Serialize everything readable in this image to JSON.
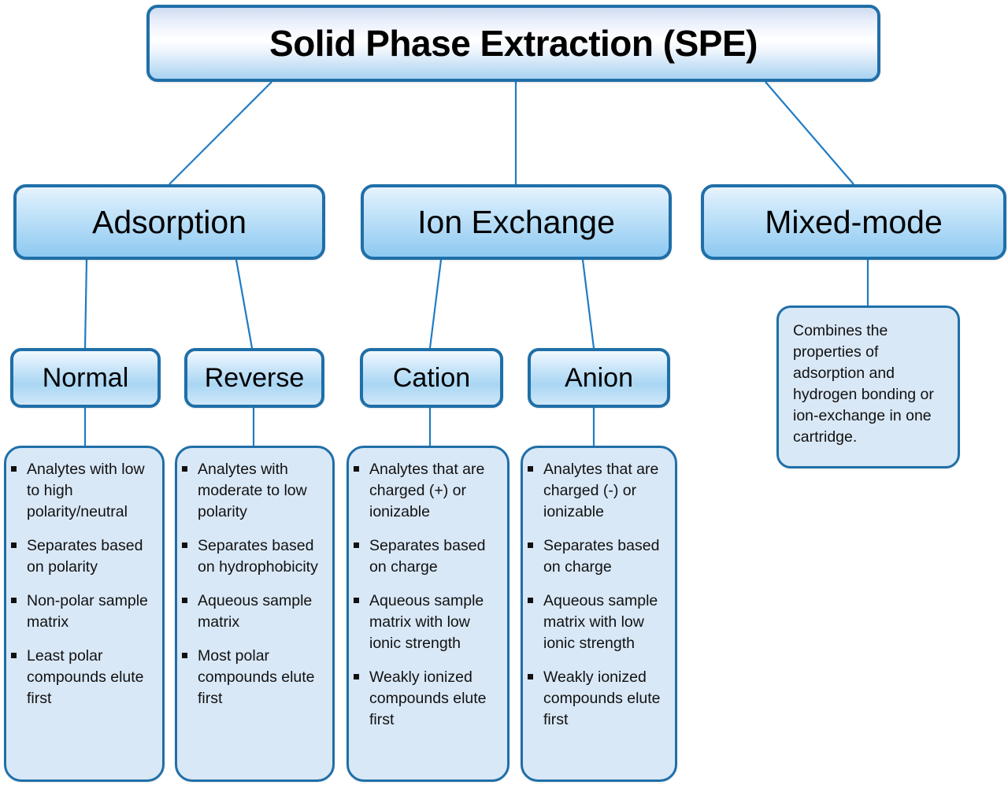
{
  "diagram": {
    "title": "Solid Phase Extraction (SPE)",
    "root": {
      "label": "Solid Phase Extraction (SPE)"
    },
    "level2": {
      "adsorption": "Adsorption",
      "ion_exchange": "Ion Exchange",
      "mixed_mode": "Mixed-mode"
    },
    "level3": {
      "normal": "Normal",
      "reverse": "Reverse",
      "cation": "Cation",
      "anion": "Anion"
    },
    "details": {
      "normal": [
        "Analytes with low to high polarity/neutral",
        "Separates based on polarity",
        "Non-polar sample matrix",
        "Least polar compounds elute first"
      ],
      "reverse": [
        "Analytes with moderate to low polarity",
        "Separates based on hydrophobicity",
        "Aqueous sample matrix",
        "Most polar compounds elute first"
      ],
      "cation": [
        "Analytes that are charged (+) or ionizable",
        "Separates based on charge",
        "Aqueous sample matrix with low ionic strength",
        "Weakly ionized compounds elute first"
      ],
      "anion": [
        "Analytes that are charged (-) or ionizable",
        "Separates based on charge",
        "Aqueous sample matrix with low ionic strength",
        "Weakly ionized compounds elute first"
      ],
      "mixed_mode": "Combines the properties of adsorption and hydrogen bonding or  ion-exchange in one cartridge."
    },
    "bullet_glyph": "square-bullet",
    "colors": {
      "border": "#1F6FA8",
      "connector": "#1F7BC4",
      "detail_fill": "#D9E8F7",
      "node_fill_light": "#E8F3FC",
      "node_fill_dark": "#8ECAF1",
      "text": "#111111"
    }
  }
}
